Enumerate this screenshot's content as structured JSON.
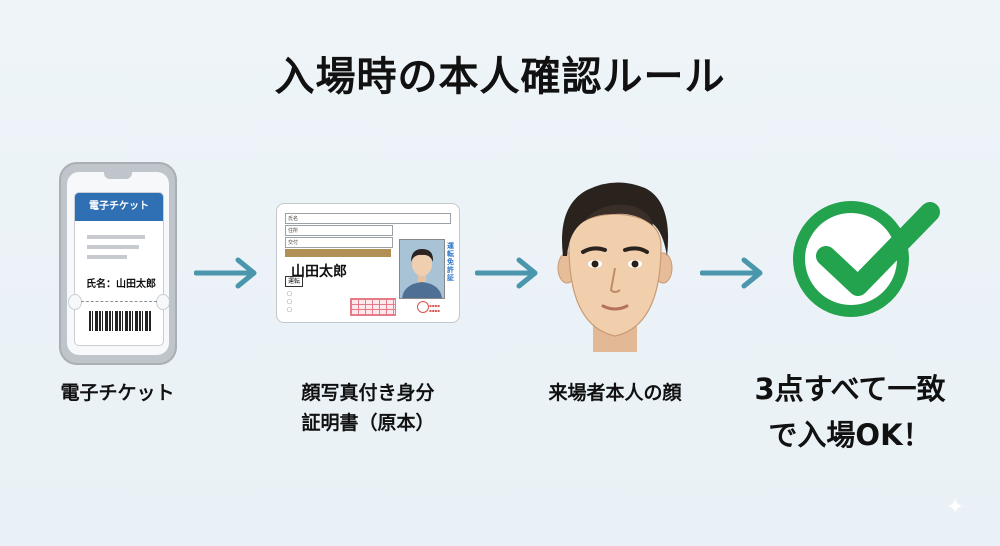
{
  "title": "入場時の本人確認ルール",
  "steps": [
    {
      "caption": "電子チケット"
    },
    {
      "caption_line1": "顔写真付き身分",
      "caption_line2": "証明書（原本）"
    },
    {
      "caption": "来場者本人の顔"
    },
    {
      "caption_line1": "3点すべて一致",
      "caption_line2": "で入場OK！"
    }
  ],
  "ticket": {
    "header": "電子チケット",
    "name_line": "氏名：山田太郎"
  },
  "id_card": {
    "row_labels": [
      "氏名",
      "住所",
      "交付"
    ],
    "name": "山田太郎",
    "type_badge": "運転",
    "vertical_text": "運転免許証"
  },
  "colors": {
    "arrow": "#4a97ad",
    "check": "#23a34d",
    "ticket_header": "#2f6fb3"
  },
  "icons": [
    "arrow-right-icon",
    "checkmark-icon"
  ]
}
